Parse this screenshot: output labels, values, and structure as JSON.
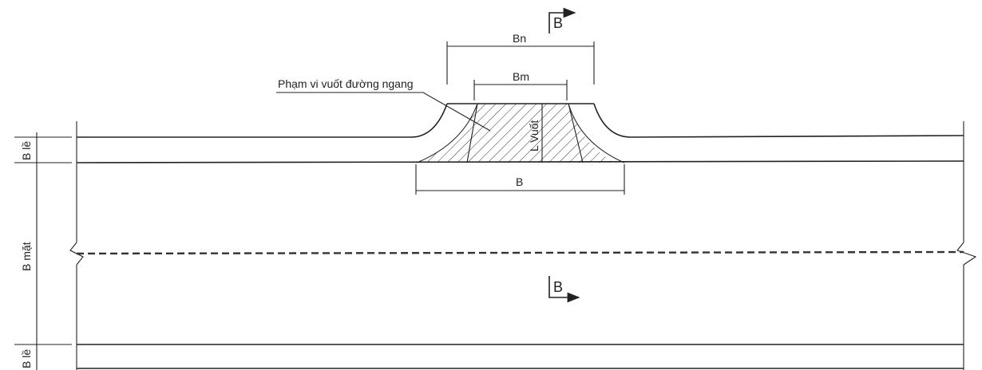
{
  "labels": {
    "bn": "Bn",
    "bm": "Bm",
    "b_bottom": "B",
    "l_vuot": "L Vuốt",
    "pham_vi": "Phạm vi vuốt đường ngang",
    "section_top": "B",
    "section_mid": "B",
    "b_le_top": "B lề",
    "b_mat": "B mặt",
    "b_le_bottom": "B lề"
  },
  "colors": {
    "line": "#222222",
    "background": "#ffffff"
  }
}
